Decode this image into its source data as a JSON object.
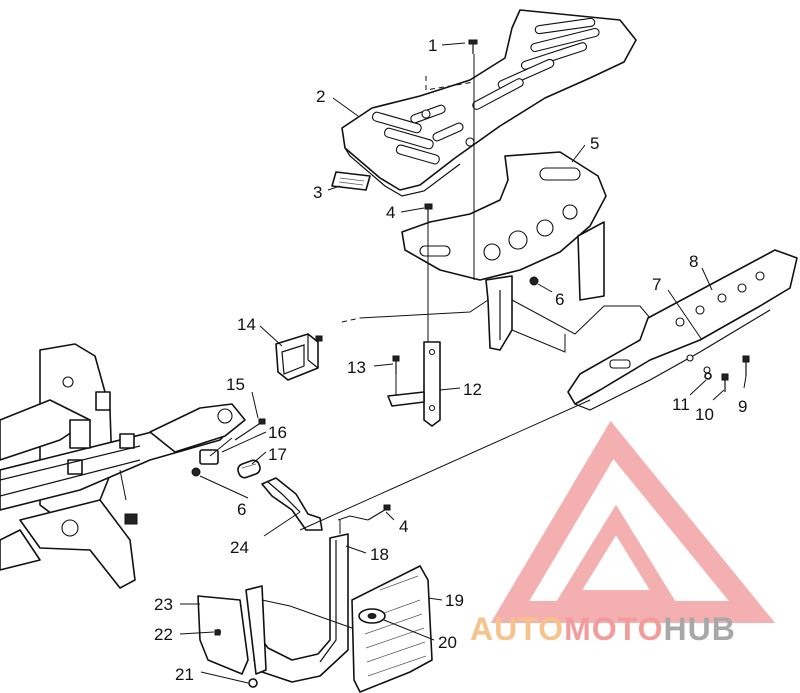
{
  "diagram": {
    "callouts": [
      {
        "id": "c1",
        "text": "1"
      },
      {
        "id": "c2",
        "text": "2"
      },
      {
        "id": "c3",
        "text": "3"
      },
      {
        "id": "c4a",
        "text": "4"
      },
      {
        "id": "c5",
        "text": "5"
      },
      {
        "id": "c6a",
        "text": "6"
      },
      {
        "id": "c7",
        "text": "7"
      },
      {
        "id": "c8",
        "text": "8"
      },
      {
        "id": "c9",
        "text": "9"
      },
      {
        "id": "c10",
        "text": "10"
      },
      {
        "id": "c11",
        "text": "11"
      },
      {
        "id": "c12",
        "text": "12"
      },
      {
        "id": "c13",
        "text": "13"
      },
      {
        "id": "c14",
        "text": "14"
      },
      {
        "id": "c15",
        "text": "15"
      },
      {
        "id": "c16",
        "text": "16"
      },
      {
        "id": "c17",
        "text": "17"
      },
      {
        "id": "c6b",
        "text": "6"
      },
      {
        "id": "c4b",
        "text": "4"
      },
      {
        "id": "c18",
        "text": "18"
      },
      {
        "id": "c19",
        "text": "19"
      },
      {
        "id": "c20",
        "text": "20"
      },
      {
        "id": "c21",
        "text": "21"
      },
      {
        "id": "c22",
        "text": "22"
      },
      {
        "id": "c23",
        "text": "23"
      },
      {
        "id": "c24",
        "text": "24"
      }
    ]
  },
  "watermark": {
    "logo_lettering": "AUTOMOTOHUB",
    "colors": {
      "triangle": "#f3a3a3",
      "auto": "#f6b877",
      "moto": "#f28a8a",
      "hub": "#9a9a9a"
    }
  }
}
